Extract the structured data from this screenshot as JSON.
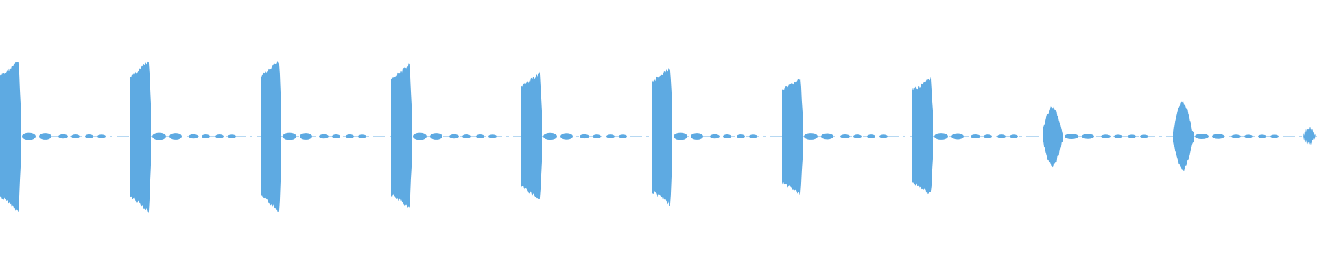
{
  "waveform": {
    "color": "#5EAAE2",
    "background": "#ffffff",
    "bursts": [
      {
        "level": 1.0,
        "tail_level": 0.3
      },
      {
        "level": 1.0,
        "tail_level": 0.3
      },
      {
        "level": 1.0,
        "tail_level": 0.3
      },
      {
        "level": 0.96,
        "tail_level": 0.3
      },
      {
        "level": 0.84,
        "tail_level": 0.28
      },
      {
        "level": 0.91,
        "tail_level": 0.3
      },
      {
        "level": 0.77,
        "tail_level": 0.26
      },
      {
        "level": 0.77,
        "tail_level": 0.26
      },
      {
        "level": 0.38,
        "tail_level": 0.18
      },
      {
        "level": 0.43,
        "tail_level": 0.18
      },
      {
        "level": 0.1,
        "tail_level": 0.0
      }
    ]
  }
}
